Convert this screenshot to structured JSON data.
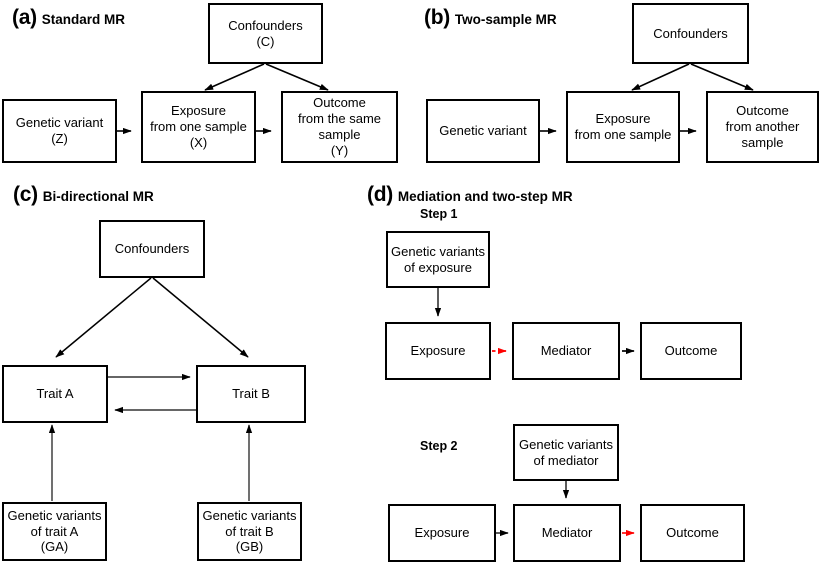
{
  "figure": {
    "type": "diagram",
    "description": "Four-panel schematic of Mendelian randomisation study designs",
    "colors": {
      "line": "#000000",
      "highlight": "#ff0000",
      "box_fill": "#ffffff",
      "box_border": "#000000"
    }
  },
  "panels": [
    {
      "id": "a",
      "letter": "(a)",
      "title": "Standard MR",
      "nodes": [
        {
          "key": "confounders",
          "label": "Confounders\n(C)"
        },
        {
          "key": "variant",
          "label": "Genetic variant\n(Z)"
        },
        {
          "key": "exposure",
          "label": "Exposure\nfrom one sample\n(X)"
        },
        {
          "key": "outcome",
          "label": "Outcome\nfrom the same\nsample\n(Y)"
        }
      ],
      "edges": [
        {
          "from": "variant",
          "to": "exposure",
          "style": "solid",
          "color": "black"
        },
        {
          "from": "exposure",
          "to": "outcome",
          "style": "solid",
          "color": "black"
        },
        {
          "from": "confounders",
          "to": "exposure",
          "style": "solid",
          "color": "black"
        },
        {
          "from": "confounders",
          "to": "outcome",
          "style": "solid",
          "color": "black"
        }
      ]
    },
    {
      "id": "b",
      "letter": "(b)",
      "title": "Two-sample MR",
      "nodes": [
        {
          "key": "confounders",
          "label": "Confounders"
        },
        {
          "key": "variant",
          "label": "Genetic variant"
        },
        {
          "key": "exposure",
          "label": "Exposure\nfrom one sample"
        },
        {
          "key": "outcome",
          "label": "Outcome\nfrom another\nsample"
        }
      ],
      "edges": [
        {
          "from": "variant",
          "to": "exposure",
          "style": "solid",
          "color": "black"
        },
        {
          "from": "exposure",
          "to": "outcome",
          "style": "solid",
          "color": "black"
        },
        {
          "from": "confounders",
          "to": "exposure",
          "style": "solid",
          "color": "black"
        },
        {
          "from": "confounders",
          "to": "outcome",
          "style": "solid",
          "color": "black"
        }
      ]
    },
    {
      "id": "c",
      "letter": "(c)",
      "title": "Bi-directional MR",
      "nodes": [
        {
          "key": "confounders",
          "label": "Confounders"
        },
        {
          "key": "trait_a",
          "label": "Trait A"
        },
        {
          "key": "trait_b",
          "label": "Trait B"
        },
        {
          "key": "variants_a",
          "label": "Genetic variants\nof trait A\n(GA)"
        },
        {
          "key": "variants_b",
          "label": "Genetic variants\nof trait B\n(GB)"
        }
      ],
      "edges": [
        {
          "from": "confounders",
          "to": "trait_a",
          "style": "solid",
          "color": "black"
        },
        {
          "from": "confounders",
          "to": "trait_b",
          "style": "solid",
          "color": "black"
        },
        {
          "from": "trait_a",
          "to": "trait_b",
          "style": "solid",
          "color": "black"
        },
        {
          "from": "trait_b",
          "to": "trait_a",
          "style": "solid",
          "color": "black"
        },
        {
          "from": "variants_a",
          "to": "trait_a",
          "style": "solid",
          "color": "black"
        },
        {
          "from": "variants_b",
          "to": "trait_b",
          "style": "solid",
          "color": "black"
        }
      ]
    },
    {
      "id": "d",
      "letter": "(d)",
      "title": "Mediation and two-step MR",
      "steps": [
        {
          "label": "Step 1",
          "nodes": [
            {
              "key": "variants_exposure",
              "label": "Genetic variants\nof exposure"
            },
            {
              "key": "exposure",
              "label": "Exposure"
            },
            {
              "key": "mediator",
              "label": "Mediator"
            },
            {
              "key": "outcome",
              "label": "Outcome"
            }
          ],
          "edges": [
            {
              "from": "variants_exposure",
              "to": "exposure",
              "style": "solid",
              "color": "black"
            },
            {
              "from": "exposure",
              "to": "mediator",
              "style": "dashed",
              "color": "red"
            },
            {
              "from": "mediator",
              "to": "outcome",
              "style": "solid",
              "color": "black"
            }
          ]
        },
        {
          "label": "Step 2",
          "nodes": [
            {
              "key": "variants_mediator",
              "label": "Genetic variants\nof mediator"
            },
            {
              "key": "exposure",
              "label": "Exposure"
            },
            {
              "key": "mediator",
              "label": "Mediator"
            },
            {
              "key": "outcome",
              "label": "Outcome"
            }
          ],
          "edges": [
            {
              "from": "variants_mediator",
              "to": "mediator",
              "style": "solid",
              "color": "black"
            },
            {
              "from": "exposure",
              "to": "mediator",
              "style": "solid",
              "color": "black"
            },
            {
              "from": "mediator",
              "to": "outcome",
              "style": "solid",
              "color": "red"
            }
          ]
        }
      ]
    }
  ]
}
